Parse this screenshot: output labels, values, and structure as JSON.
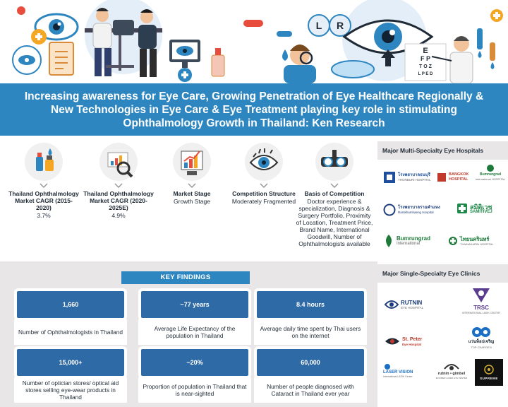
{
  "banner": {
    "title": "Increasing awareness for Eye Care, Growing Penetration of Eye Healthcare Regionally & New Technologies in Eye Care & Eye Treatment playing key role in stimulating Ophthalmology Growth in Thailand: Ken Research"
  },
  "illustration": {
    "lr_left": "L",
    "lr_right": "R",
    "chart_line1": "E",
    "chart_line2": "F P",
    "chart_line3": "T O Z",
    "chart_line4": "L P E D"
  },
  "metrics": [
    {
      "label": "Thailand Ophthalmology Market CAGR (2015-2020)",
      "value": "3.7%",
      "icon": "eye-drops-icon"
    },
    {
      "label": "Thailand Ophthalmology Market CAGR (2020-2025E)",
      "value": "4.9%",
      "icon": "magnifier-chart-icon"
    },
    {
      "label": "Market Stage",
      "value": "Growth Stage",
      "icon": "growth-chart-icon"
    },
    {
      "label": "Competition Structure",
      "value": "Moderately Fragmented",
      "icon": "eye-structure-icon"
    },
    {
      "label": "Basis of Competition",
      "value": "Doctor experience & specialization, Diagnosis & Surgery Portfolio, Proximity of Location, Treatment Price, Brand Name, International Goodwill, Number of Ophthalmologists available",
      "icon": "phoropter-icon"
    }
  ],
  "key_findings": {
    "title": "KEY FINDINGS",
    "cards": [
      {
        "value": "1,660",
        "desc": "Number of Ophthalmologists in Thailand"
      },
      {
        "value": "~77 years",
        "desc": "Average Life Expectancy of the population in Thailand"
      },
      {
        "value": "8.4 hours",
        "desc": "Average daily time spent by Thai users on the internet"
      },
      {
        "value": "15,000+",
        "desc": "Number of optician stores/ optical aid stores selling eye-wear products in Thailand"
      },
      {
        "value": "~20%",
        "desc": "Proportion of population in Thailand that is near-sighted"
      },
      {
        "value": "60,000",
        "desc": "Number of people diagnosed with Cataract in Thailand ever year"
      }
    ]
  },
  "hospitals": {
    "title": "Major Multi-Specialty Eye Hospitals",
    "logos": [
      {
        "name": "โรงพยาบาลธนบุรี",
        "sub": "THONBURI HOSPITAL",
        "color": "#1d4f9c"
      },
      {
        "name": "BANGKOK HOSPITAL",
        "sub": "",
        "color": "#c0392b"
      },
      {
        "name": "Bumrungrad",
        "sub": "International HOSPITAL",
        "color": "#1e7a3a"
      },
      {
        "name": "โรงพยาบาลรามคำแหง",
        "sub": "Ramkhamhaeng Hospital",
        "color": "#1f3f7a"
      },
      {
        "name": "สมิติเวช",
        "sub": "SAMITIVEJ",
        "color": "#1e8a4a"
      },
      {
        "name": "Bumrungrad",
        "sub": "International",
        "color": "#1e7a3a"
      },
      {
        "name": "ไทยนครินทร์",
        "sub": "THAINAKARIN HOSPITAL",
        "color": "#1e7a3a"
      }
    ]
  },
  "clinics": {
    "title": "Major Single-Specialty Eye Clinics",
    "logos": [
      {
        "name": "RUTNIN",
        "sub": "EYE HOSPITAL",
        "color": "#1d3d7a"
      },
      {
        "name": "TRSC",
        "sub": "INTERNATIONAL LASIK CENTER",
        "color": "#5b3d8f"
      },
      {
        "name": "St. Peter",
        "sub": "Eye Hospital",
        "color": "#c0392b"
      },
      {
        "name": "แว่นท็อปเจริญ",
        "sub": "TOP CHAROEN",
        "color": "#1a6fc4"
      },
      {
        "name": "LASER VISION",
        "sub": "International LASIK Center",
        "color": "#1a6fc4"
      },
      {
        "name": "rutnin • gimbel",
        "sub": "EXCIMER LASER EYE CENTER",
        "color": "#333333"
      },
      {
        "name": "SUPREME",
        "sub": "",
        "color": "#111111"
      }
    ]
  },
  "colors": {
    "banner_blue": "#2e86c1",
    "card_blue": "#2e6aa6",
    "panel_grey": "#e8e6e6"
  }
}
